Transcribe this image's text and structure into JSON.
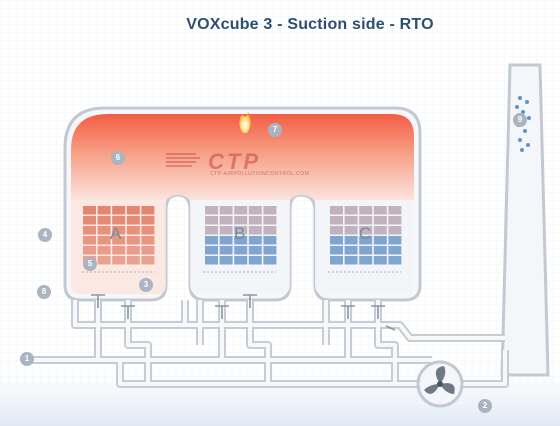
{
  "header": {
    "title": "VOXcube 3 - Suction side - RTO"
  },
  "logo": {
    "text": "CTP",
    "url": "CTP-AIRPOLLUTIONCONTROL.COM"
  },
  "beds": [
    {
      "label": "A",
      "state": "hot"
    },
    {
      "label": "B",
      "state": "cold"
    },
    {
      "label": "C",
      "state": "cold"
    }
  ],
  "callouts": [
    "1",
    "2",
    "3",
    "4",
    "5",
    "6",
    "7",
    "8",
    "9"
  ],
  "colors": {
    "chamber_hot": "#f05a3a",
    "chamber_warm": "#f7b09a",
    "bed_hot": "#e0735a",
    "bed_cold": "#6b96c8",
    "pipe_stroke": "#c7ccd4",
    "callout": "#aab4c2",
    "title": "#2e4e6e"
  },
  "icons": [
    "flame-icon",
    "fan-icon",
    "damper-valve-icon",
    "exhaust-bubbles-icon"
  ]
}
